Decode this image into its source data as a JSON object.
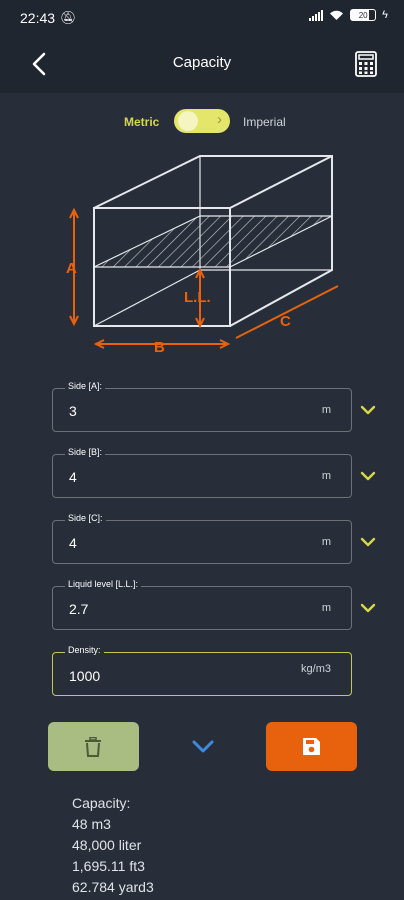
{
  "status": {
    "time": "22:43",
    "battery": "20"
  },
  "header": {
    "title": "Capacity"
  },
  "unit_toggle": {
    "metric_label": "Metric",
    "imperial_label": "Imperial",
    "selected": "Metric"
  },
  "diagram": {
    "label_a": "A",
    "label_b": "B",
    "label_c": "C",
    "label_ll": "L.L."
  },
  "fields": {
    "side_a": {
      "label": "Side [A]:",
      "value": "3",
      "unit": "m"
    },
    "side_b": {
      "label": "Side [B]:",
      "value": "4",
      "unit": "m"
    },
    "side_c": {
      "label": "Side [C]:",
      "value": "4",
      "unit": "m"
    },
    "liquid_level": {
      "label": "Liquid level [L.L.]:",
      "value": "2.7",
      "unit": "m"
    },
    "density": {
      "label": "Density:",
      "value": "1000",
      "unit": "kg/m3"
    }
  },
  "results": {
    "heading": "Capacity:",
    "lines": [
      "48 m3",
      "48,000 liter",
      "1,695.11 ft3",
      "62.784 yard3"
    ]
  },
  "colors": {
    "background": "#272e39",
    "accent_orange": "#e8620d",
    "accent_yellow": "#e4e56b",
    "clear_green": "#a9bc82",
    "dropdown_arrow": "#d6d84a",
    "expand_blue": "#3c8be0"
  }
}
